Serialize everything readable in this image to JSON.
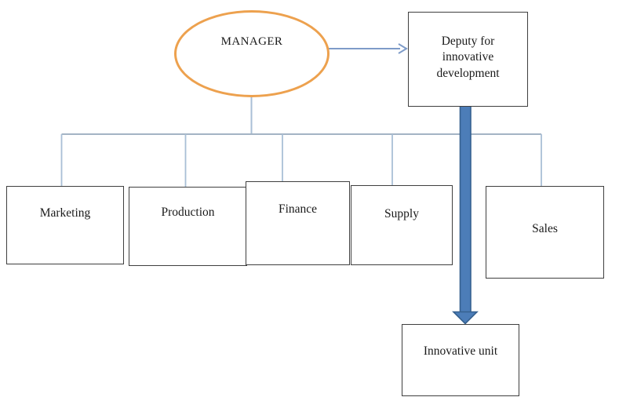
{
  "manager": {
    "label": "MANAGER"
  },
  "deputy": {
    "label": "Deputy for innovative development"
  },
  "departments": [
    {
      "label": "Marketing"
    },
    {
      "label": "Production"
    },
    {
      "label": "Finance"
    },
    {
      "label": "Supply"
    },
    {
      "label": "Sales"
    }
  ],
  "innovative_unit": {
    "label": "Innovative unit"
  },
  "colors": {
    "ellipse_stroke": "#EDA14E",
    "connector": "#A9BFD6",
    "trunk": "#A4B4C4",
    "manager_arrow": "#7E9BC8",
    "thick_arrow_fill": "#4C7DB8",
    "thick_arrow_edge": "#36618F",
    "box_border": "#3F3F3F",
    "text": "#1A1A1A"
  }
}
